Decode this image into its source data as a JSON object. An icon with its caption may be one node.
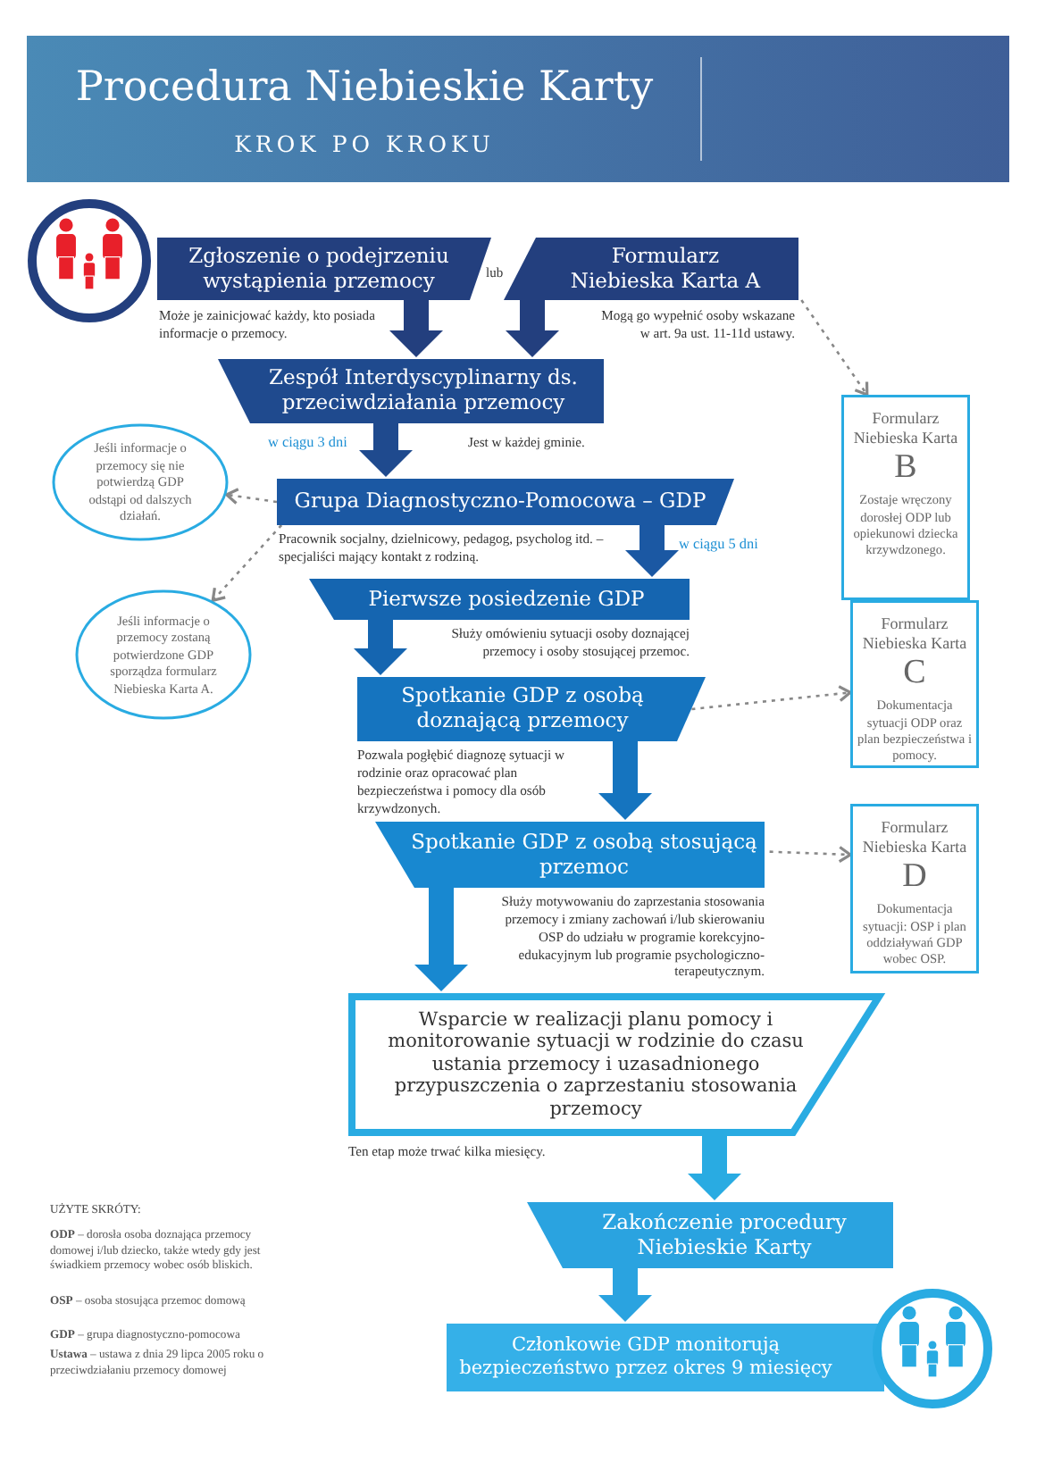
{
  "diagram": {
    "title": "Procedura Niebieskie Karty",
    "nodes": [
      {
        "text": [
          "Zgłoszenie o podejrzeniu wystąpienia przemocy"
        ],
        "beside": [
          "Może je zainicjować każdy, kto posiada informacje o przemocy."
        ]
      },
      {
        "text": [
          "Formularz Niebieska Karta A"
        ],
        "beside": [
          "Mogą go wypełnić osoby wskazane w art. 9a ust. 11-11d ustawy."
        ]
      },
      {
        "text": [
          "Zespół Interdyscyplinarny ds. przeciwdziałania przemocy"
        ],
        "beside": [
          "Jest w każdej gminie."
        ]
      },
      {
        "text": [
          "Formularz Niebieska Karta",
          "B",
          "Zostaje wręczony dorosłej ODP lub opiekunowi dziecka krzywdzonego."
        ]
      },
      {
        "text": [
          "Jeśli informacje o przemocy się nie potwierdzą GDP odstąpi od dalszych działań."
        ]
      },
      {
        "text": [
          "Grupa Diagnostyczno-Pomocowa – GDP"
        ],
        "beside": [
          "Pracownik socjalny, dzielnicowy, pedagog, psycholog itd. – specjaliści mający kontakt z rodziną."
        ]
      },
      {
        "text": [
          "Jeśli informacje o przemocy zostaną potwierdzone GDP sporządza formularz Niebieska Karta A."
        ]
      },
      {
        "text": [
          "Pierwsze posiedzenie GDP"
        ],
        "beside": [
          "Służy omówieniu sytuacji osoby doznającej przemocy i osoby stosującej przemoc."
        ]
      },
      {
        "text": [
          "Formularz Niebieska Karta",
          "C",
          "Dokumentacja sytuacji ODP oraz plan bezpieczeństwa i pomocy."
        ]
      },
      {
        "text": [
          "Spotkanie GDP z osobą doznającą przemocy"
        ],
        "beside": [
          "Pozwala pogłębić diagnozę sytuacji w rodzinie oraz opracować plan bezpieczeństwa i pomocy dla osób krzywdzonych."
        ]
      },
      {
        "text": [
          "Spotkanie GDP z osobą stosującą przemoc"
        ],
        "beside": [
          "Służy motywowaniu do zaprzestania stosowania przemocy i zmiany zachowań i/lub skierowaniu OSP do udziału w programie korekcyjno-edukacyjnym lub programie psychologiczno-terapeutycznym."
        ]
      },
      {
        "text": [
          "Formularz Niebieska Karta",
          "D",
          "Dokumentacja sytuacji: OSP i plan oddziaływań GDP wobec OSP."
        ]
      },
      {
        "text": [
          "Wsparcie w realizacji planu pomocy i monitorowanie sytuacji w rodzinie do czasu ustania przemocy i uzasadnionego przypuszczenia o zaprzestaniu stosowania przemocy"
        ],
        "beside": [
          "Ten etap może trwać kilka miesięcy."
        ]
      },
      {
        "text": [
          "Zakończenie procedury Niebieskie Karty"
        ]
      },
      {
        "text": [
          "Członkowie GDP monitorują bezpieczeństwo przez okres 9 miesięcy"
        ]
      }
    ],
    "edges": [
      {
        "from": 0,
        "to": 2,
        "arrow": "to",
        "color": "#233f7e"
      },
      {
        "from": 1,
        "to": 2,
        "arrow": "to",
        "color": "#233f7e"
      },
      {
        "from": 2,
        "to": 5,
        "arrow": "to",
        "color": "#1f4a8e",
        "label": "w ciągu 3 dni"
      },
      {
        "from": 5,
        "to": 7,
        "arrow": "to",
        "color": "#1b58a3",
        "label": "w ciągu 5 dni"
      },
      {
        "from": 7,
        "to": 9,
        "arrow": "to",
        "color": "#1565b0"
      },
      {
        "from": 9,
        "to": 10,
        "arrow": "to",
        "color": "#1574bf"
      },
      {
        "from": 10,
        "to": 12,
        "arrow": "to",
        "color": "#1888d0"
      },
      {
        "from": 12,
        "to": 13,
        "arrow": "to",
        "color": "#29abe2"
      },
      {
        "from": 13,
        "to": 14,
        "arrow": "to",
        "color": "#2aa3e0"
      },
      {
        "from": 1,
        "to": 3,
        "arrow": "to",
        "style": "dashed"
      },
      {
        "from": 5,
        "to": 4,
        "arrow": "to",
        "style": "dashed"
      },
      {
        "from": 5,
        "to": 6,
        "arrow": "to",
        "style": "dashed"
      },
      {
        "from": 9,
        "to": 8,
        "arrow": "to",
        "style": "dashed"
      },
      {
        "from": 10,
        "to": 11,
        "arrow": "to",
        "style": "dashed"
      }
    ],
    "labels": [
      "KROK PO KROKU",
      "lub",
      "UŻYTE SKRÓTY:",
      "**ODP** – dorosła osoba doznająca przemocy domowej i/lub dziecko, także wtedy gdy jest świadkiem przemocy wobec osób bliskich.",
      "**OSP** – osoba stosująca przemoc domową",
      "**GDP** – grupa diagnostyczno-pomocowa",
      "**Ustawa** – ustawa z dnia 29 lipca 2005 roku o przeciwdziałaniu przemocy domowej"
    ]
  }
}
